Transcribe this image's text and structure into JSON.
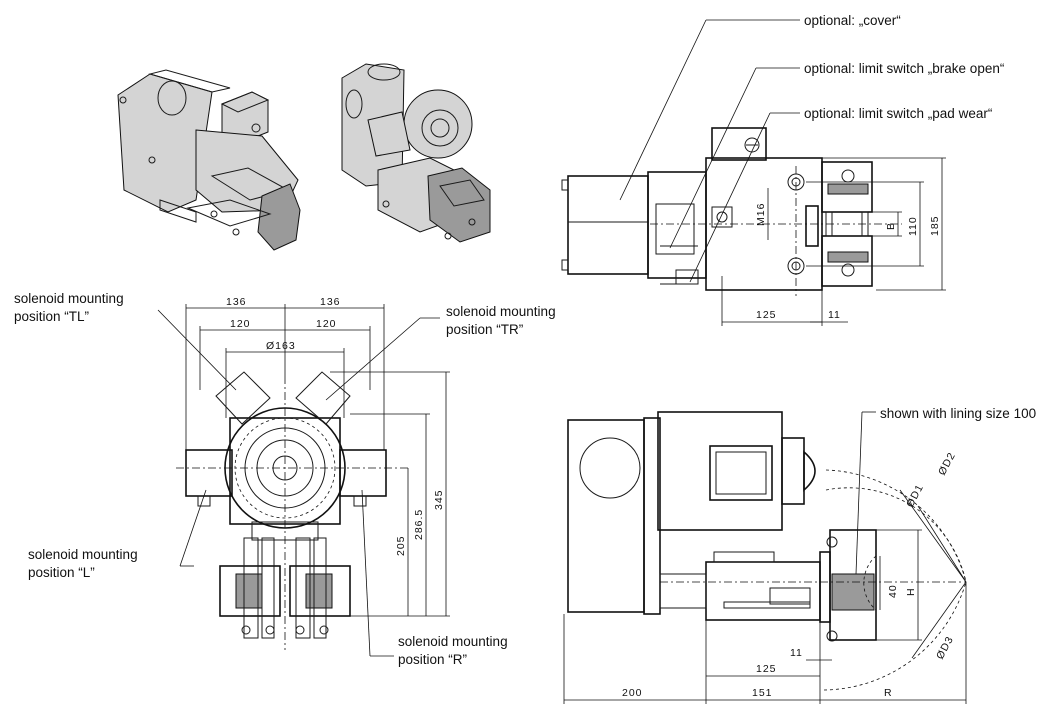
{
  "callouts": {
    "cover": "optional: „cover“",
    "limit_brake_open": "optional: limit switch „brake open“",
    "limit_pad_wear": "optional: limit switch „pad wear“",
    "lining_size": "shown with lining size 100",
    "pos_tl_line1": "solenoid mounting",
    "pos_tl_line2": "position “TL”",
    "pos_tr_line1": "solenoid mounting",
    "pos_tr_line2": "position “TR”",
    "pos_l_line1": "solenoid mounting",
    "pos_l_line2": "position “L”",
    "pos_r_line1": "solenoid mounting",
    "pos_r_line2": "position “R”"
  },
  "dimensions": {
    "front_136_left": "136",
    "front_136_right": "136",
    "front_120_left": "120",
    "front_120_right": "120",
    "front_dia163": "Ø163",
    "front_345": "345",
    "front_286_5": "286.5",
    "front_205": "205",
    "top_m16": "M16",
    "top_b": "B",
    "top_110": "110",
    "top_185": "185",
    "top_125": "125",
    "top_11": "11",
    "side_d2": "ØD2",
    "side_d1": "ØD1",
    "side_d3": "ØD3",
    "side_40": "40",
    "side_h": "H",
    "side_11": "11",
    "side_125": "125",
    "side_200": "200",
    "side_151": "151",
    "side_r": "R"
  }
}
